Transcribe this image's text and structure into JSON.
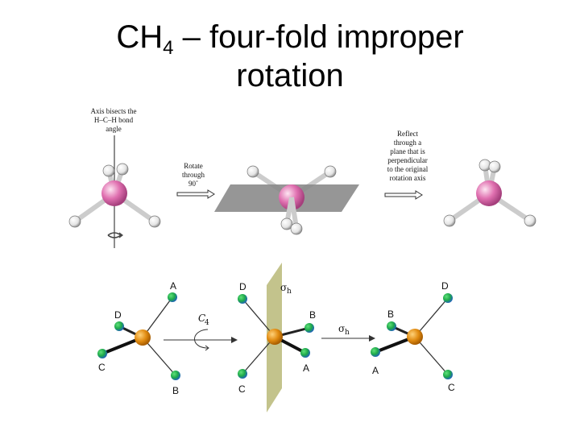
{
  "title": {
    "main": "CH",
    "subscript": "4",
    "rest": " – four-fold improper",
    "line2": "rotation"
  },
  "top_figure": {
    "axis_caption": [
      "Axis bisects the",
      "H–C–H bond",
      "angle"
    ],
    "rotate_caption": [
      "Rotate",
      "through",
      "90˚"
    ],
    "reflect_caption": [
      "Reflect",
      "through a",
      "plane that is",
      "perpendicular",
      "to the original",
      "rotation axis"
    ]
  },
  "bottom_figure": {
    "left_labels": {
      "top": "A",
      "upper_left": "D",
      "lower_left": "C",
      "bottom": "B"
    },
    "middle_labels": {
      "top": "D",
      "right_upper": "B",
      "right_lower": "A",
      "bottom": "C"
    },
    "right_labels": {
      "top": "D",
      "upper_left": "B",
      "lower_left": "A",
      "bottom": "C"
    },
    "c4_symbol": "C",
    "c4_subscript": "4",
    "sigma_symbol": "σ",
    "sigma_subscript": "h"
  },
  "colors": {
    "carbon_pink": "#e070b0",
    "hydrogen_white": "#eeeeee",
    "mirror_plane_gray": "#888888",
    "central_atom_orange": "#e08a10",
    "ligand_green": "#22aa44",
    "ligand_blue": "#1f6fbf",
    "sigma_plane_olive": "#b8b878"
  }
}
